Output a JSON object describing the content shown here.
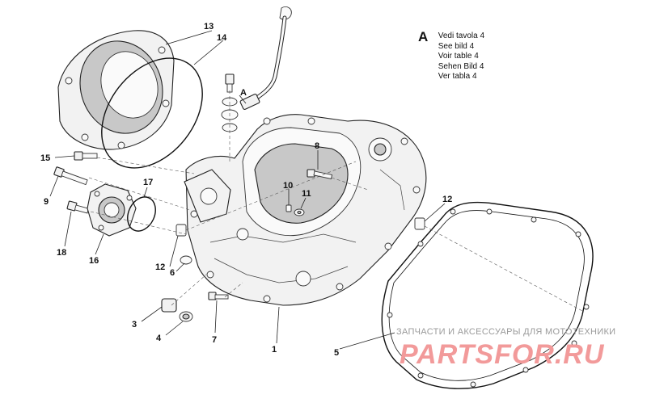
{
  "callouts": {
    "c1": "1",
    "c3": "3",
    "c4": "4",
    "c5": "5",
    "c6": "6",
    "c7": "7",
    "c8": "8",
    "c9": "9",
    "c10": "10",
    "c11": "11",
    "c12a": "12",
    "c12b": "12",
    "c13": "13",
    "c14": "14",
    "c15": "15",
    "c16": "16",
    "c17": "17",
    "c18": "18",
    "cA": "A"
  },
  "reference_note": {
    "letter": "A",
    "lines": [
      "Vedi tavola 4",
      "See bild 4",
      "Voir table 4",
      "Sehen Bild 4",
      "Ver tabla 4"
    ]
  },
  "watermark": {
    "tagline": "ЗАПЧАСТИ И АКСЕССУАРЫ ДЛЯ МОТОТЕХНИКИ",
    "logo_text": "PARTSFOR.RU",
    "logo_color": "#f29a9a"
  }
}
